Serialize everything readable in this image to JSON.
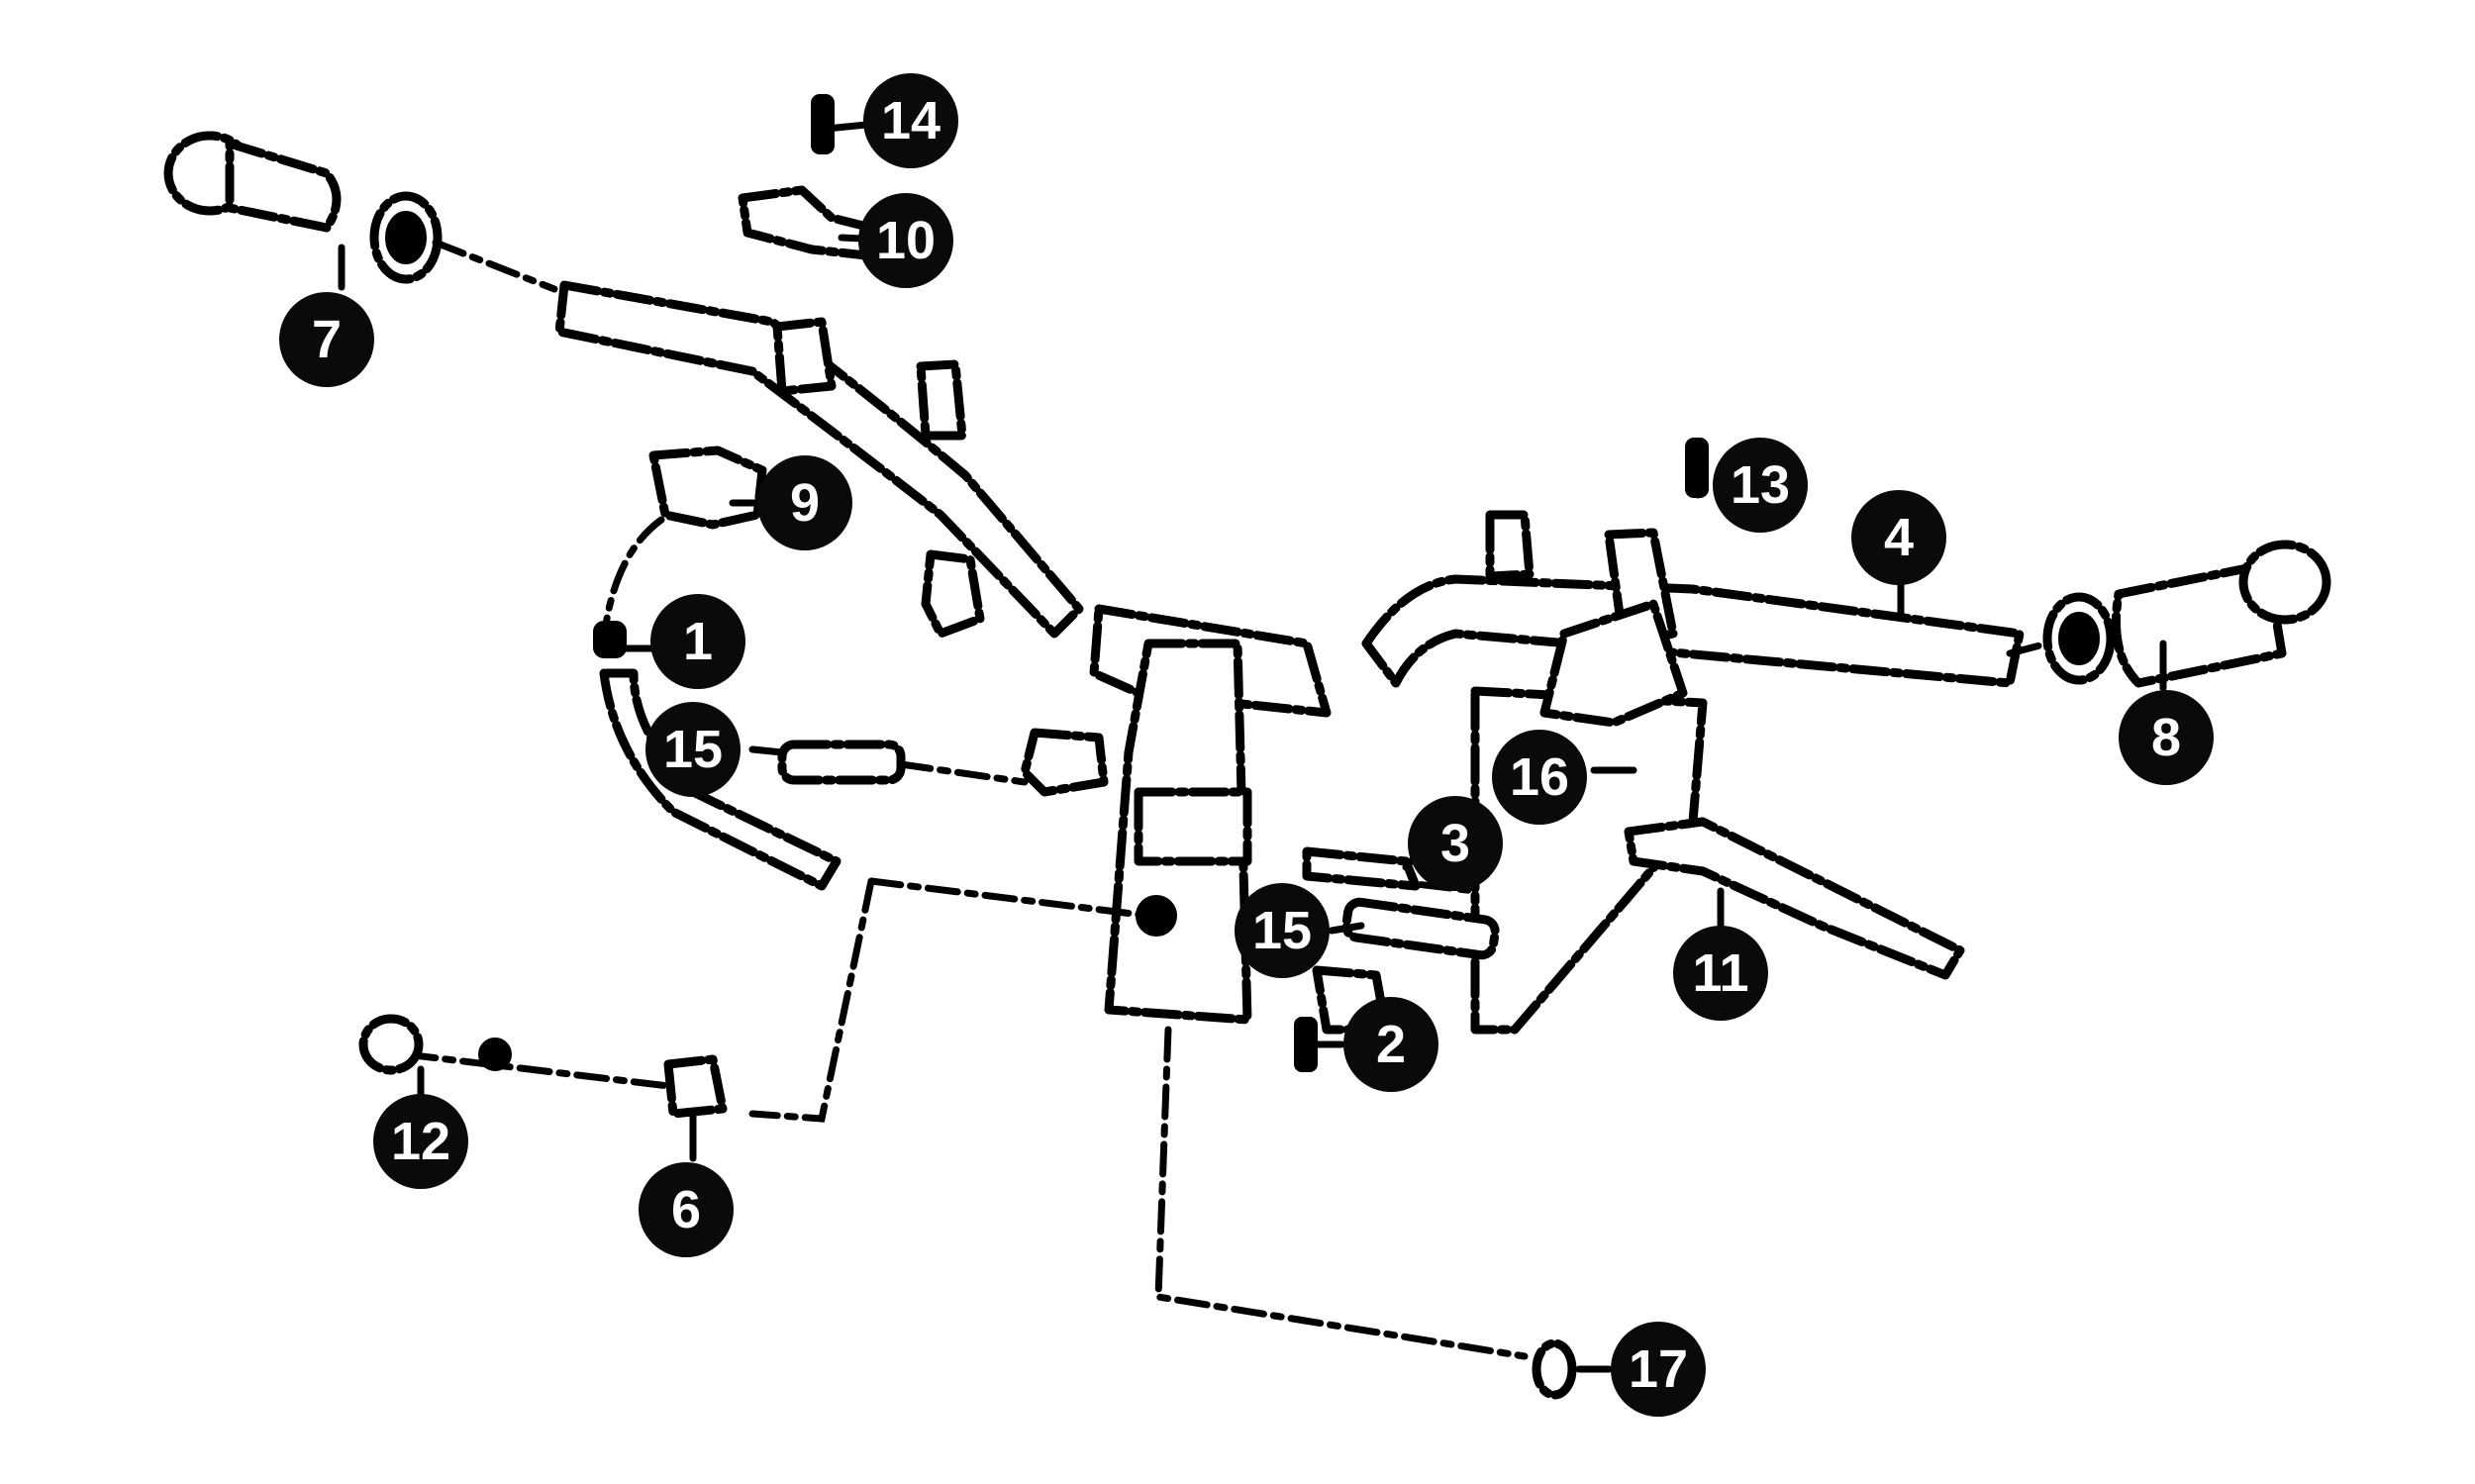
{
  "colors": {
    "ink": "#000000",
    "bubble": "#0a0a0a",
    "bubble_text": "#ffffff",
    "background": "#ffffff"
  },
  "callouts": [
    {
      "id": "c1",
      "label": "1"
    },
    {
      "id": "c2",
      "label": "2"
    },
    {
      "id": "c3",
      "label": "3"
    },
    {
      "id": "c4",
      "label": "4"
    },
    {
      "id": "c6",
      "label": "6"
    },
    {
      "id": "c7",
      "label": "7"
    },
    {
      "id": "c8",
      "label": "8"
    },
    {
      "id": "c9",
      "label": "9"
    },
    {
      "id": "c10",
      "label": "10"
    },
    {
      "id": "c11",
      "label": "11"
    },
    {
      "id": "c12",
      "label": "12"
    },
    {
      "id": "c13",
      "label": "13"
    },
    {
      "id": "c14",
      "label": "14"
    },
    {
      "id": "c15a",
      "label": "15"
    },
    {
      "id": "c15b",
      "label": "15"
    },
    {
      "id": "c16",
      "label": "16"
    },
    {
      "id": "c17",
      "label": "17"
    }
  ]
}
